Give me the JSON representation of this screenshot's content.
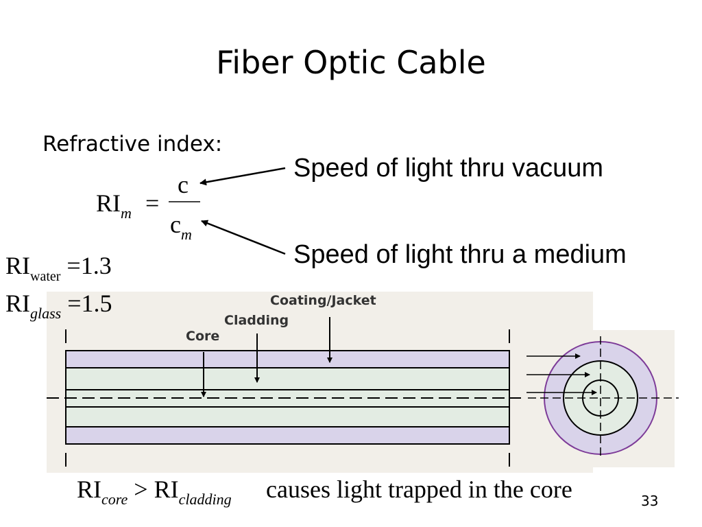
{
  "title": "Fiber Optic Cable",
  "refractive_index_label": "Refractive index:",
  "formula": {
    "lhs": "RI",
    "lhs_sub": "m",
    "equals": "=",
    "numerator": "c",
    "denominator": "c",
    "denominator_sub": "m"
  },
  "annotations": {
    "vacuum": "Speed of light thru vacuum",
    "medium": "Speed of light thru a medium"
  },
  "values": {
    "water": {
      "lhs": "RI",
      "sub": "water",
      "rhs": "=1.3"
    },
    "glass": {
      "lhs": "RI",
      "sub": "glass",
      "rhs": "=1.5"
    }
  },
  "diagram": {
    "labels": {
      "coating": "Coating/Jacket",
      "cladding": "Cladding",
      "core": "Core"
    },
    "colors": {
      "background": "#f2efe9",
      "jacket": "#d9d3ea",
      "cladding": "#e3ece3",
      "core": "#e3ece3",
      "outer_ring": "#7d3b98"
    }
  },
  "conclusion": {
    "lhs": "RI",
    "lhs_sub": "core",
    "op": ">",
    "rhs": "RI",
    "rhs_sub": "cladding",
    "text": "causes light trapped in the core"
  },
  "page_number": "33"
}
